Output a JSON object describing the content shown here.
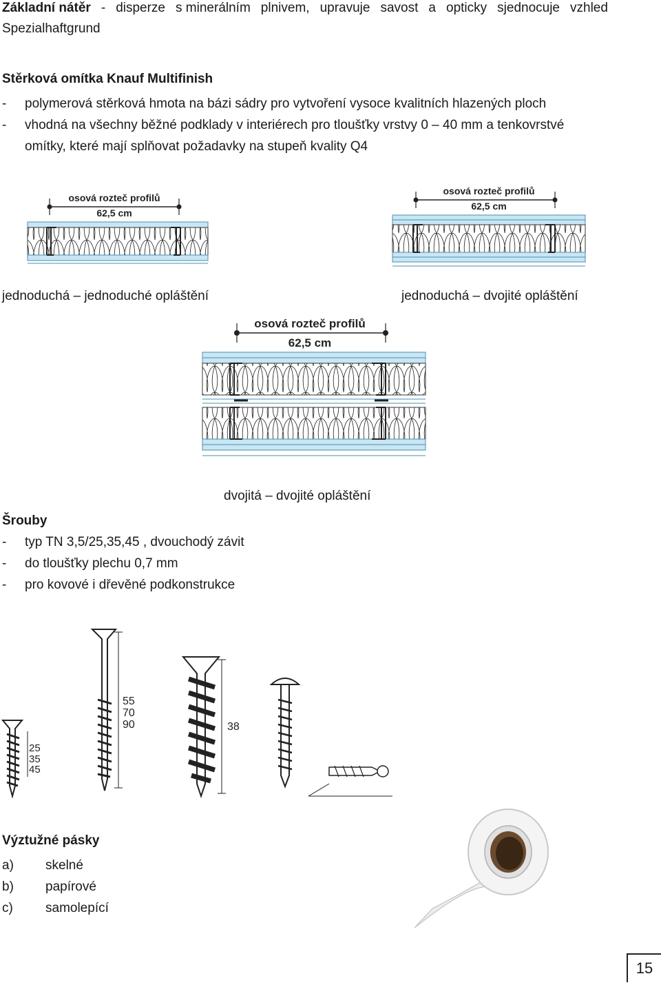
{
  "primer": {
    "title": "Základní nátěr",
    "words": [
      "-",
      "disperze",
      "s minerálním",
      "plnivem,",
      "upravuje",
      "savost",
      "a",
      "opticky",
      "sjednocuje",
      "vzhled"
    ],
    "product": "Spezialhaftgrund"
  },
  "plaster": {
    "title": "Stěrková omítka Knauf Multifinish",
    "items": [
      "polymerová stěrková hmota na bázi sádry pro vytvoření vysoce kvalitních hlazených ploch",
      "vhodná na všechny běžné podklady v interiérech pro tloušťky vrstvy 0 – 40 mm a tenkovrstvé",
      "omítky, které mají splňovat požadavky na stupeň kvality Q4"
    ]
  },
  "diagrams": {
    "spacing_label": "osová rozteč profilů",
    "spacing_value": "62,5 cm",
    "captions": [
      "jednoduchá – jednoduché opláštění",
      "jednoduchá – dvojité opláštění",
      "dvojitá – dvojité opláštění"
    ]
  },
  "screws": {
    "title": "Šrouby",
    "items": [
      "typ TN 3,5/25,35,45 , dvouchodý závit",
      "do tloušťky plechu 0,7 mm",
      "pro kovové i dřevěné podkonstrukce"
    ],
    "dims_short": [
      "25",
      "35",
      "45"
    ],
    "dims_long": [
      "55",
      "70",
      "90"
    ],
    "dim_wood": "38"
  },
  "tapes": {
    "title": "Výztužné pásky",
    "items": [
      {
        "label": "a)",
        "text": "skelné"
      },
      {
        "label": "b)",
        "text": "papírové"
      },
      {
        "label": "c)",
        "text": "samolepící"
      }
    ]
  },
  "page_number": "15",
  "colors": {
    "board": "#c9e6f4",
    "board_edge": "#4a8fb0",
    "insulation": "#ffffff",
    "line": "#222222"
  }
}
